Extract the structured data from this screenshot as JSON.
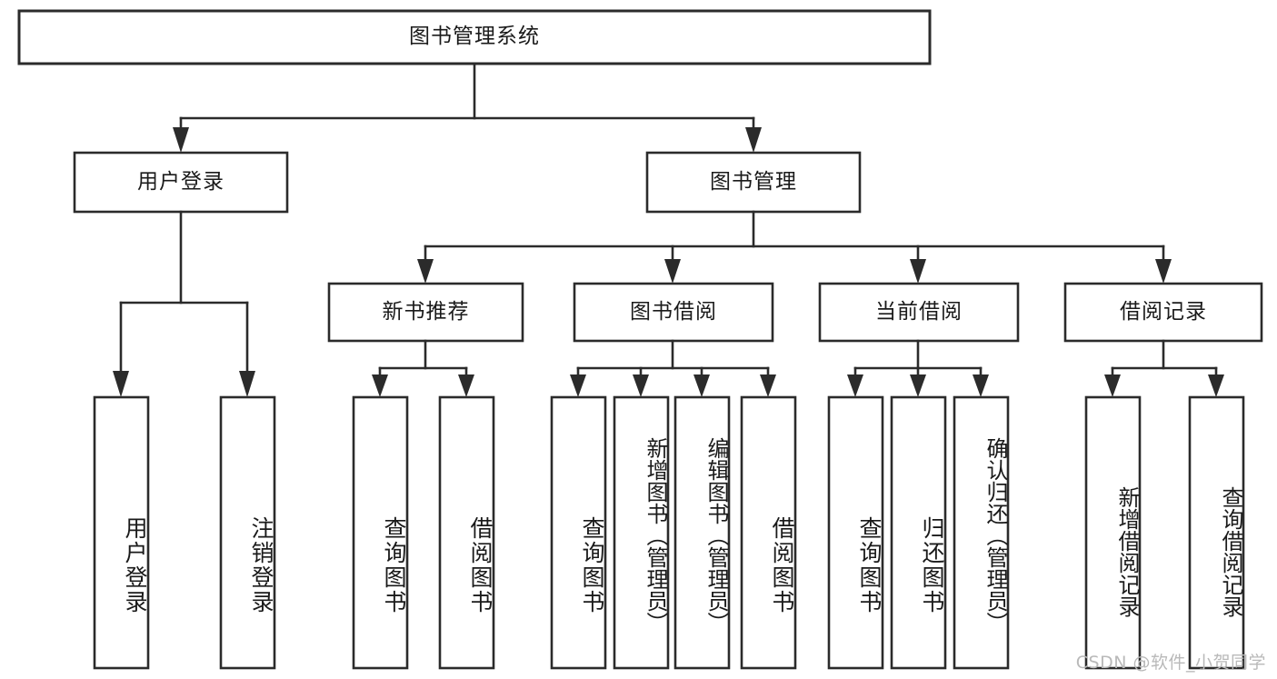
{
  "diagram": {
    "title": "图书管理系统",
    "type": "tree",
    "watermark": "CSDN @软件_小贺同学",
    "colors": {
      "stroke": "#2b2b2b",
      "fill": "#ffffff",
      "text": "#1a1a1a",
      "watermark": "#b9b9b9"
    },
    "levels": {
      "root": {
        "label": "图书管理系统"
      },
      "level2": [
        {
          "label": "用户登录"
        },
        {
          "label": "图书管理"
        }
      ],
      "level3": [
        {
          "label": "新书推荐"
        },
        {
          "label": "图书借阅"
        },
        {
          "label": "当前借阅"
        },
        {
          "label": "借阅记录"
        }
      ],
      "leaves": {
        "user_login": [
          {
            "label": "用户登录"
          },
          {
            "label": "注销登录"
          }
        ],
        "new_book_recommend": [
          {
            "label": "查询图书"
          },
          {
            "label": "借阅图书"
          }
        ],
        "book_borrow": [
          {
            "label": "查询图书"
          },
          {
            "label": "新增图书（管理员）"
          },
          {
            "label": "编辑图书（管理员）"
          },
          {
            "label": "借阅图书"
          }
        ],
        "current_borrow": [
          {
            "label": "查询图书"
          },
          {
            "label": "归还图书"
          },
          {
            "label": "确认归还（管理员）"
          }
        ],
        "borrow_record": [
          {
            "label": "新增借阅记录"
          },
          {
            "label": "查询借阅记录"
          }
        ]
      }
    }
  }
}
